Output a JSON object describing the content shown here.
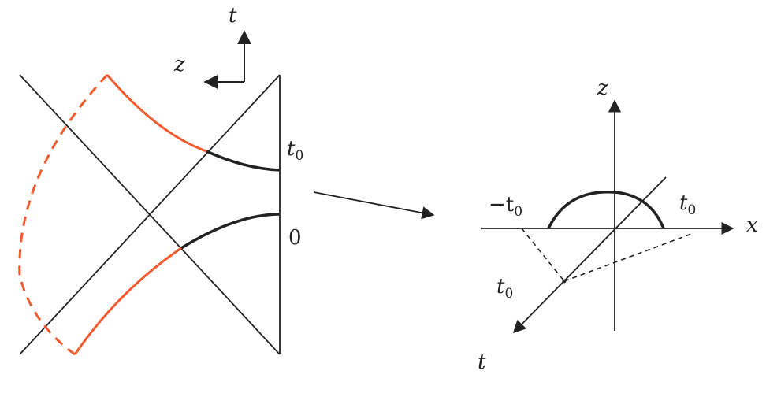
{
  "left_panel": {
    "axis_t_label": "t",
    "axis_z_label": "z",
    "boundary_label_top": "t",
    "boundary_label_top_sub": "0",
    "boundary_label_bottom": "0"
  },
  "right_panel": {
    "axis_z_label": "z",
    "axis_x_label": "x",
    "axis_t_label": "t",
    "left_point_label": "−t",
    "left_point_sub": "0",
    "right_point_label": "t",
    "right_point_sub": "0",
    "t_axis_point_label": "t",
    "t_axis_point_sub": "0"
  },
  "colors": {
    "ink": "#222222",
    "accent": "#f05a2f"
  }
}
